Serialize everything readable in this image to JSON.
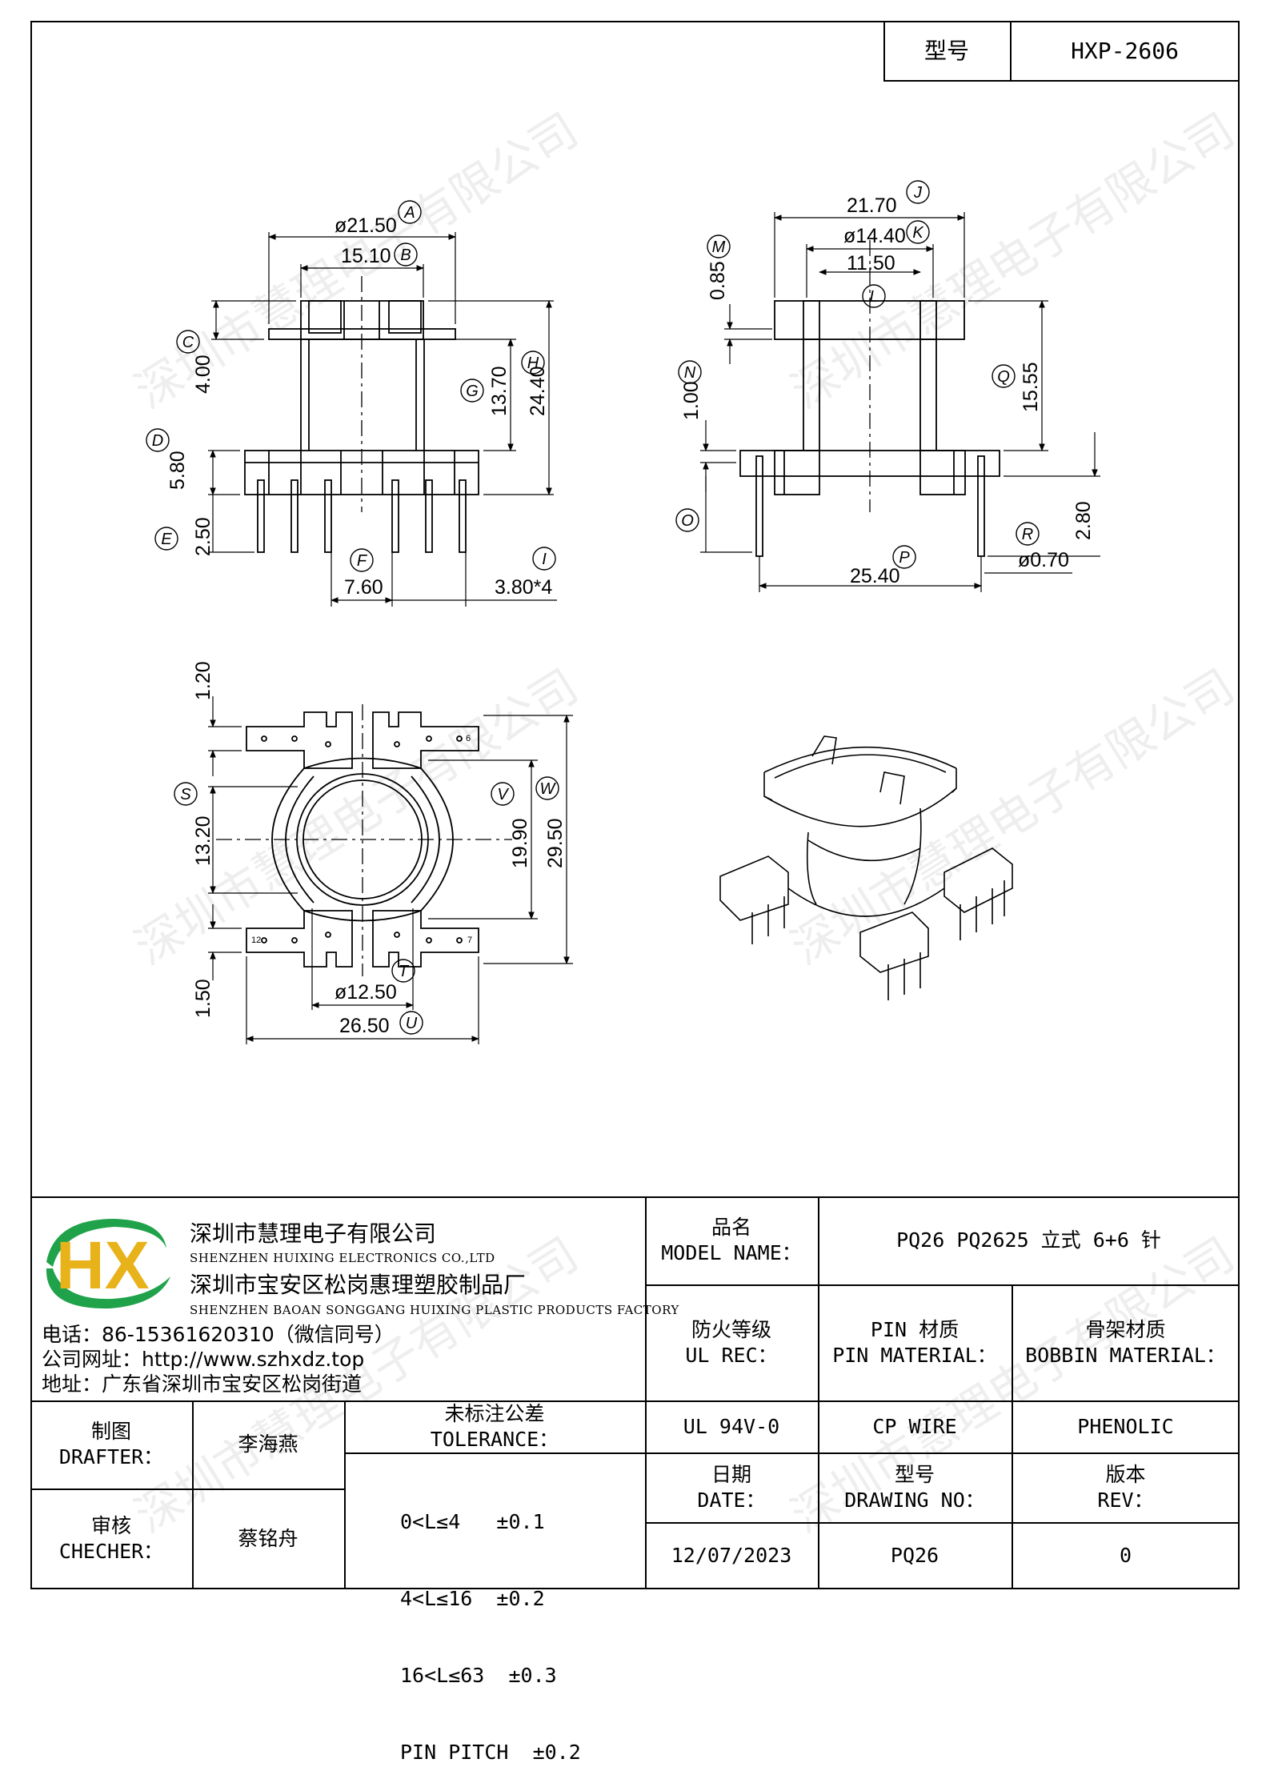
{
  "header": {
    "model_label": "型号",
    "model_value": "HXP-2606"
  },
  "watermark": "深圳市慧理电子有限公司",
  "dimensions": {
    "A": "ø21.50",
    "B": "15.10",
    "C": "4.00",
    "D": "5.80",
    "E": "2.50",
    "F": "7.60",
    "G": "13.70",
    "H": "24.40",
    "I": "3.80*4",
    "J": "21.70",
    "K": "ø14.40",
    "L": "11.50",
    "M": "0.85",
    "N": "1.00",
    "O": "",
    "P": "25.40",
    "Q": "15.55",
    "R": "ø0.70",
    "R2": "2.80",
    "S": "13.20",
    "V": "19.90",
    "W": "29.50",
    "T": "ø12.50",
    "U": "26.50",
    "top": "1.20",
    "bottom": "1.50"
  },
  "pin_numbers": {
    "p6": "6",
    "p12": "12",
    "p7": "7"
  },
  "company": {
    "logo_text": "HX",
    "name_cn": "深圳市慧理电子有限公司",
    "name_en": "SHENZHEN HUIXING ELECTRONICS CO.,LTD",
    "factory_cn": "深圳市宝安区松岗惠理塑胶制品厂",
    "factory_en": "SHENZHEN BAOAN SONGGANG HUIXING PLASTIC PRODUCTS FACTORY",
    "phone": "电话：86-15361620310（微信同号）",
    "website": "公司网址：http://www.szhxdz.top",
    "address": "地址：广东省深圳市宝安区松岗街道"
  },
  "title_block": {
    "model_name_cn": "品名",
    "model_name_en": "MODEL NAME：",
    "model_name_value": "PQ26 PQ2625 立式 6+6 针",
    "ul_cn": "防火等级",
    "ul_en": "UL REC：",
    "pin_mat_cn": "PIN 材质",
    "pin_mat_en": "PIN MATERIAL：",
    "bobbin_cn": "骨架材质",
    "bobbin_en": "BOBBIN MATERIAL：",
    "ul_value": "UL 94V-0",
    "pin_value": "CP WIRE",
    "bobbin_value": "PHENOLIC",
    "drafter_cn": "制图",
    "drafter_en": "DRAFTER：",
    "drafter_name": "李海燕",
    "checker_cn": "审核",
    "checker_en": "CHECHER：",
    "checker_name": "蔡铭舟",
    "tolerance_cn": "未标注公差",
    "tolerance_en": "TOLERANCE：",
    "tolerances": [
      "0<L≤4   ±0.1",
      "4<L≤16  ±0.2",
      "16<L≤63  ±0.3",
      "PIN PITCH  ±0.2"
    ],
    "date_cn": "日期",
    "date_en": "DATE：",
    "date_value": "12/07/2023",
    "drawing_cn": "型号",
    "drawing_en": "DRAWING NO：",
    "drawing_value": "PQ26",
    "rev_cn": "版本",
    "rev_en": "REV：",
    "rev_value": "0"
  }
}
